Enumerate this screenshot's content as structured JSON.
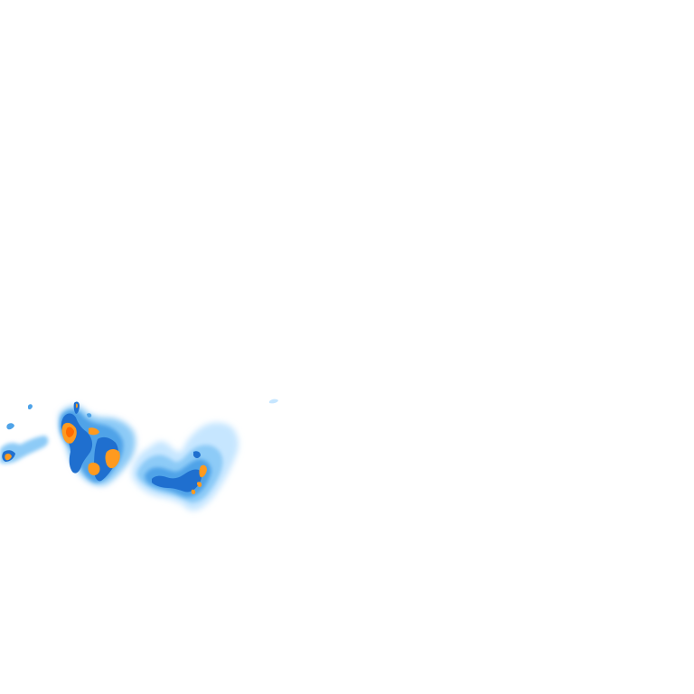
{
  "map": {
    "kind": "precipitation-radar-tile",
    "background": "#ffffff",
    "intensity_palette": {
      "very-light": "#c6e6ff",
      "light": "#8dcbf7",
      "moderate": "#4fa3e8",
      "heavy": "#1f6fcf",
      "very-heavy": "#ff9a1f",
      "extreme": "#ff6a00"
    },
    "echo_clusters": [
      {
        "id": "west-fragment",
        "intensity_levels": [
          "light",
          "moderate",
          "heavy",
          "very-heavy"
        ]
      },
      {
        "id": "main-cell",
        "intensity_levels": [
          "light",
          "moderate",
          "heavy",
          "very-heavy",
          "extreme"
        ]
      },
      {
        "id": "east-cell",
        "intensity_levels": [
          "very-light",
          "light",
          "moderate",
          "heavy",
          "very-heavy"
        ]
      },
      {
        "id": "stray-speck",
        "intensity_levels": [
          "very-light"
        ]
      }
    ]
  }
}
